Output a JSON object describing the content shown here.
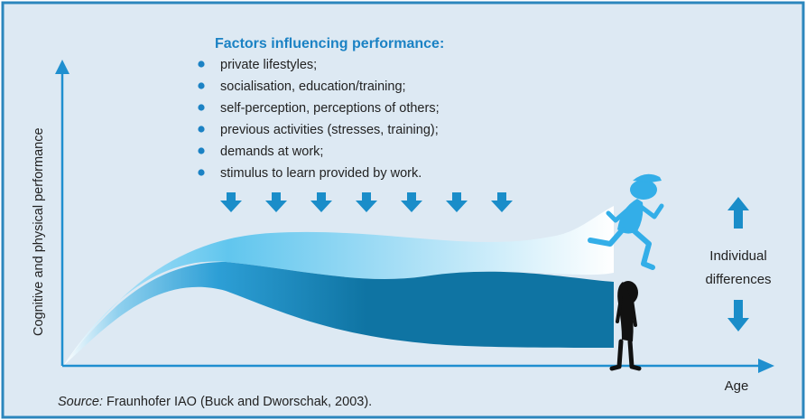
{
  "diagram": {
    "factors_heading": "Factors influencing performance:",
    "factors": [
      "private lifestyles;",
      "socialisation, education/training;",
      "self-perception, perceptions of others;",
      "previous activities (stresses, training);",
      "demands at work;",
      "stimulus to learn provided by work."
    ],
    "y_axis_label": "Cognitive and physical performance",
    "x_axis_label": "Age",
    "individual_differences": [
      "Individual",
      "differences"
    ],
    "source_prefix": "Source:",
    "source_text": " Fraunhofer IAO (Buck and Dworschak, 2003).",
    "factor_arrow_count": 7,
    "colors": {
      "background": "#dde9f3",
      "border": "#2b86bd",
      "axis": "#1f8fcf",
      "heading": "#1b82c4",
      "arrow": "#1a8dc9",
      "upper_band": "#61c6ee",
      "lower_band": "#0f74a3",
      "runner": "#33aee8",
      "tired_figure": "#111111"
    }
  }
}
